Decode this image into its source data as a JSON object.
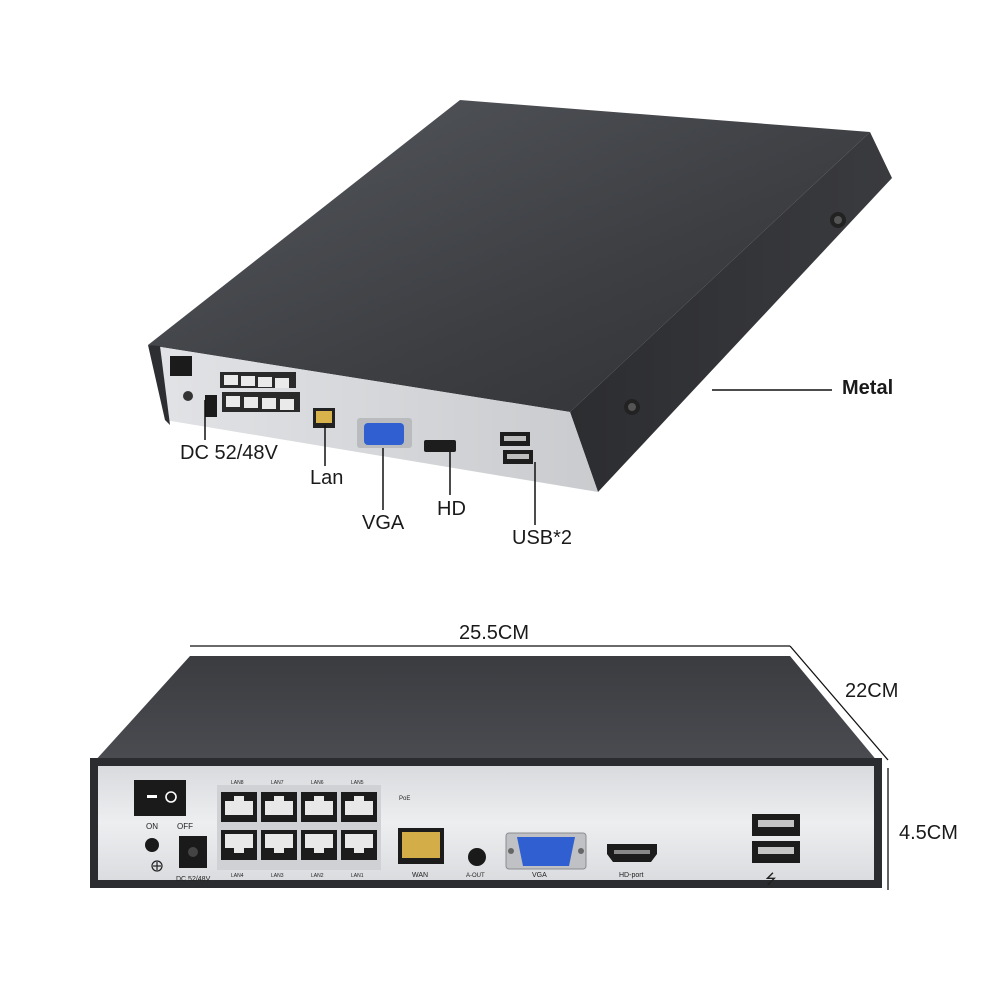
{
  "top_view": {
    "callouts": {
      "metal": "Metal",
      "dc": "DC 52/48V",
      "lan": "Lan",
      "vga": "VGA",
      "hd": "HD",
      "usb": "USB*2"
    }
  },
  "front_view": {
    "dimensions": {
      "width": "25.5CM",
      "depth": "22CM",
      "height": "4.5CM"
    },
    "panel_labels": {
      "on": "ON",
      "off": "OFF",
      "dc": "DC 52/48V",
      "poe": "PoE",
      "wan": "WAN",
      "aout": "A-OUT",
      "vga": "VGA",
      "hdport": "HD-port",
      "usb_symbol": "⭍"
    },
    "lan_top": [
      "LAN8",
      "LAN7",
      "LAN6",
      "LAN5"
    ],
    "lan_bottom": [
      "LAN4",
      "LAN3",
      "LAN2",
      "LAN1"
    ]
  },
  "colors": {
    "case": "#3d3f43",
    "panel": "#e9eaec",
    "vga_blue": "#2f5fd0"
  }
}
